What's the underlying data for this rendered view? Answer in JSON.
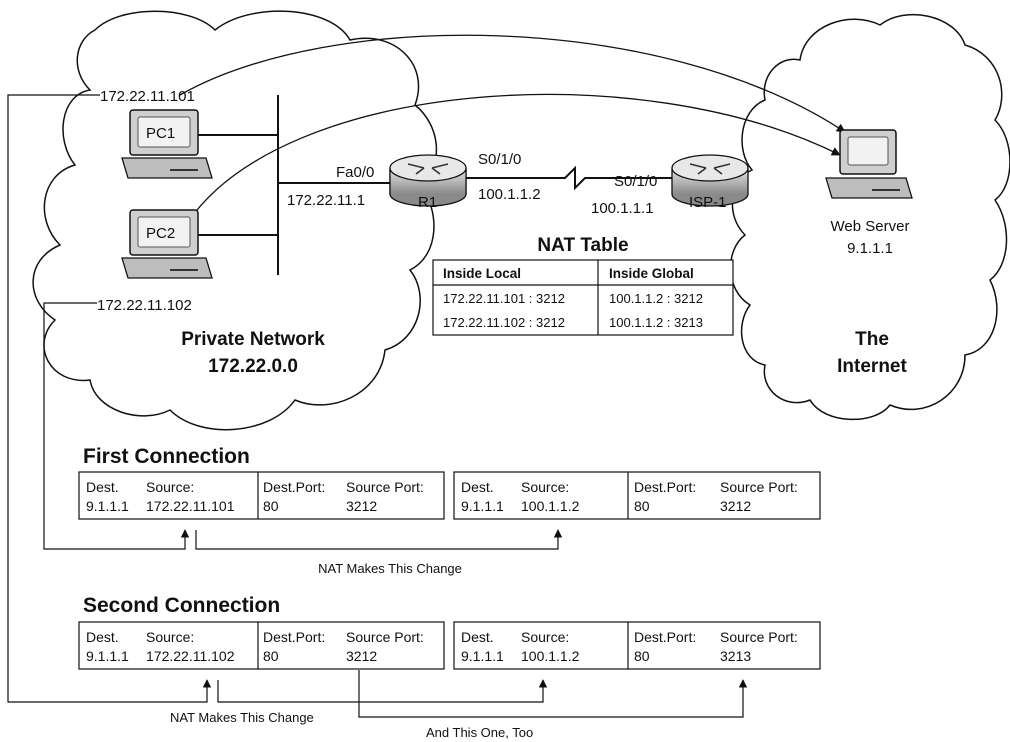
{
  "private_network": {
    "title_line1": "Private Network",
    "title_line2": "172.22.0.0",
    "pc1": {
      "label": "PC1",
      "ip": "172.22.11.101"
    },
    "pc2": {
      "label": "PC2",
      "ip": "172.22.11.102"
    },
    "lan_ip": "172.22.11.1"
  },
  "router_r1": {
    "label": "R1",
    "fa_iface": "Fa0/0",
    "serial_iface": "S0/1/0",
    "serial_ip": "100.1.1.2"
  },
  "router_isp": {
    "label": "ISP-1",
    "serial_iface": "S0/1/0",
    "serial_ip": "100.1.1.1"
  },
  "internet": {
    "title_line1": "The",
    "title_line2": "Internet",
    "server_label": "Web Server",
    "server_ip": "9.1.1.1"
  },
  "nat_table": {
    "title": "NAT Table",
    "headers": [
      "Inside Local",
      "Inside Global"
    ],
    "rows": [
      [
        "172.22.11.101 : 3212",
        "100.1.1.2 : 3212"
      ],
      [
        "172.22.11.102 : 3212",
        "100.1.1.2 : 3213"
      ]
    ]
  },
  "first_connection": {
    "title": "First Connection",
    "before": {
      "dest_h": "Dest.",
      "dest_v": "9.1.1.1",
      "src_h": "Source:",
      "src_v": "172.22.11.101",
      "dport_h": "Dest.Port:",
      "dport_v": "80",
      "sport_h": "Source Port:",
      "sport_v": "3212"
    },
    "after": {
      "dest_h": "Dest.",
      "dest_v": "9.1.1.1",
      "src_h": "Source:",
      "src_v": "100.1.1.2",
      "dport_h": "Dest.Port:",
      "dport_v": "80",
      "sport_h": "Source Port:",
      "sport_v": "3212"
    },
    "note": "NAT Makes This Change"
  },
  "second_connection": {
    "title": "Second Connection",
    "before": {
      "dest_h": "Dest.",
      "dest_v": "9.1.1.1",
      "src_h": "Source:",
      "src_v": "172.22.11.102",
      "dport_h": "Dest.Port:",
      "dport_v": "80",
      "sport_h": "Source Port:",
      "sport_v": "3212"
    },
    "after": {
      "dest_h": "Dest.",
      "dest_v": "9.1.1.1",
      "src_h": "Source:",
      "src_v": "100.1.1.2",
      "dport_h": "Dest.Port:",
      "dport_v": "80",
      "sport_h": "Source Port:",
      "sport_v": "3213"
    },
    "note": "NAT Makes This Change",
    "note2": "And This One, Too"
  }
}
